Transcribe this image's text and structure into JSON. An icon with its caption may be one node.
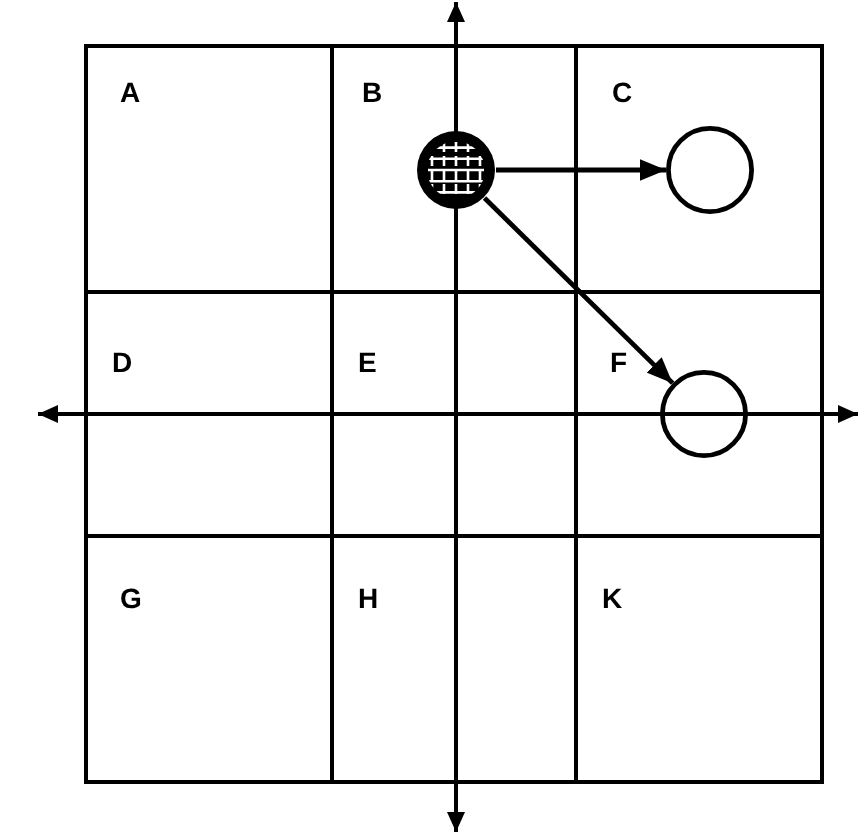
{
  "diagram": {
    "nodes": [
      {
        "text": [
          "A"
        ]
      },
      {
        "text": [
          "B"
        ]
      },
      {
        "text": [],
        "shape": "circle",
        "in": 1
      },
      {
        "text": [
          "C"
        ]
      },
      {
        "text": [],
        "shape": "circle",
        "in": 3
      },
      {
        "text": [
          "D"
        ]
      },
      {
        "text": [
          "E"
        ]
      },
      {
        "text": [
          "F"
        ]
      },
      {
        "text": [],
        "shape": "circle",
        "in": 7
      },
      {
        "text": [
          "G"
        ]
      },
      {
        "text": [
          "H"
        ]
      },
      {
        "text": [
          "K"
        ]
      }
    ],
    "edges": [
      {
        "from": 2,
        "to": 4,
        "arrow": "to"
      },
      {
        "from": 2,
        "to": 8,
        "arrow": "to"
      }
    ]
  }
}
